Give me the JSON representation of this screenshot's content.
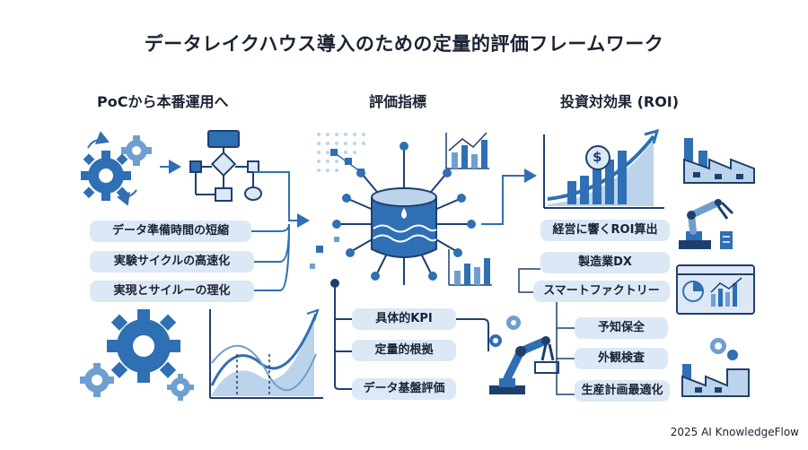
{
  "title": "データレイクハウス導入のための定量的評価フレームワーク",
  "sections": {
    "left": "PoCから本番運用へ",
    "center": "評価指標",
    "right": "投資対効果 (ROI)"
  },
  "left_items": [
    "データ準備時間の短縮",
    "実験サイクルの高速化",
    "実現とサイルーの理化"
  ],
  "center_items": [
    "具体的KPI",
    "定量的根拠",
    "データ基盤評価"
  ],
  "right_items": [
    "経営に響くROI算出",
    "製造業DX",
    "スマートファクトリー"
  ],
  "right_sub_items": [
    "予知保全",
    "外観検査",
    "生産計画最適化"
  ],
  "roi_symbol": "$",
  "footer": "2025 AI KnowledgeFlow",
  "colors": {
    "primary": "#2f6fb3",
    "dark": "#1e3f6e",
    "pill": "#dce8f5",
    "light": "#bcd3ec"
  }
}
